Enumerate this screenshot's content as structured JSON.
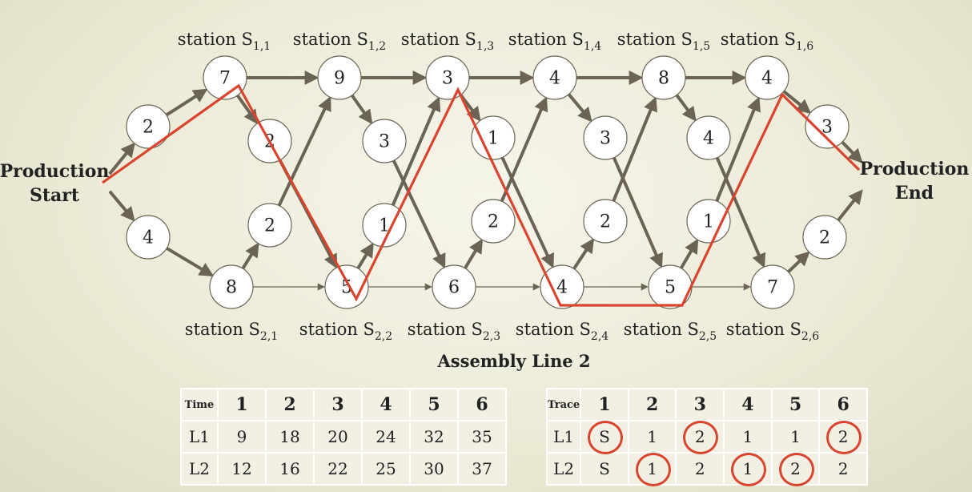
{
  "diagram": {
    "title": "Assembly Line 2",
    "start_label": [
      "Production",
      "Start"
    ],
    "end_label": [
      "Production",
      "End"
    ],
    "line1_stations": [
      {
        "name": "station S",
        "sub": "1,1",
        "time": "7"
      },
      {
        "name": "station S",
        "sub": "1,2",
        "time": "9"
      },
      {
        "name": "station S",
        "sub": "1,3",
        "time": "3"
      },
      {
        "name": "station S",
        "sub": "1,4",
        "time": "4"
      },
      {
        "name": "station S",
        "sub": "1,5",
        "time": "8"
      },
      {
        "name": "station S",
        "sub": "1,6",
        "time": "4"
      }
    ],
    "line2_stations": [
      {
        "name": "station S",
        "sub": "2,1",
        "time": "8"
      },
      {
        "name": "station S",
        "sub": "2,2",
        "time": "5"
      },
      {
        "name": "station S",
        "sub": "2,3",
        "time": "6"
      },
      {
        "name": "station S",
        "sub": "2,4",
        "time": "4"
      },
      {
        "name": "station S",
        "sub": "2,5",
        "time": "5"
      },
      {
        "name": "station S",
        "sub": "2,6",
        "time": "7"
      }
    ],
    "entry_times": {
      "line1": "2",
      "line2": "4"
    },
    "exit_times": {
      "line1": "3",
      "line2": "2"
    },
    "transfer_1_to_2": [
      "2",
      "3",
      "1",
      "3",
      "4"
    ],
    "transfer_2_to_1": [
      "2",
      "1",
      "2",
      "2",
      "1"
    ]
  },
  "time_table": {
    "corner": "Time",
    "columns": [
      "1",
      "2",
      "3",
      "4",
      "5",
      "6"
    ],
    "rows": [
      {
        "label": "L1",
        "values": [
          "9",
          "18",
          "20",
          "24",
          "32",
          "35"
        ]
      },
      {
        "label": "L2",
        "values": [
          "12",
          "16",
          "22",
          "25",
          "30",
          "37"
        ]
      }
    ]
  },
  "trace_table": {
    "corner": "Trace",
    "columns": [
      "1",
      "2",
      "3",
      "4",
      "5",
      "6"
    ],
    "rows": [
      {
        "label": "L1",
        "values": [
          "S",
          "1",
          "2",
          "1",
          "1",
          "2"
        ],
        "circled": [
          true,
          false,
          true,
          false,
          false,
          true
        ]
      },
      {
        "label": "L2",
        "values": [
          "S",
          "1",
          "2",
          "1",
          "2",
          "2"
        ],
        "circled": [
          false,
          true,
          false,
          true,
          true,
          false
        ]
      }
    ]
  },
  "colors": {
    "arrow": "#6b6454",
    "path": "#d9442f"
  }
}
